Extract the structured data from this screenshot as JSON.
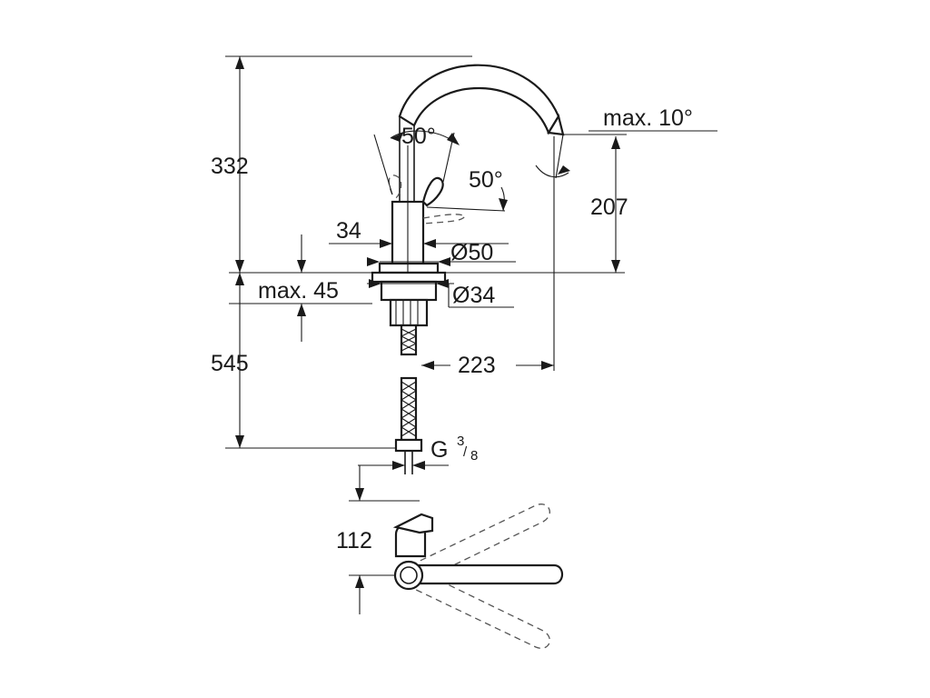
{
  "dimensions": {
    "total_height": "332",
    "spout_height": "207",
    "lever_angle_front": "50°",
    "lever_angle_side": "50°",
    "spout_tilt": "max. 10°",
    "lever_width": "34",
    "body_diameter": "Ø50",
    "counter_thickness": "max. 45",
    "hole_diameter": "Ø34",
    "hose_length": "545",
    "spout_reach": "223",
    "connection_thread": "G",
    "thread_numerator": "3",
    "thread_denominator": "8",
    "lever_clearance": "112"
  }
}
